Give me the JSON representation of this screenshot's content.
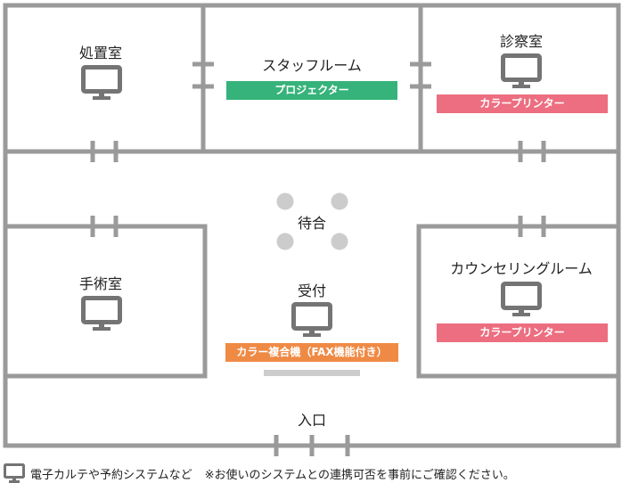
{
  "colors": {
    "wall": "#9a9a9a",
    "monitor": "#747474",
    "green": "#36b37a",
    "pink": "#ec6e80",
    "orange": "#ef8a45",
    "chair": "#cccccc"
  },
  "rooms": {
    "treatment": {
      "label": "処置室"
    },
    "staff": {
      "label": "スタッフルーム",
      "device": "プロジェクター"
    },
    "exam": {
      "label": "診察室",
      "device": "カラープリンター"
    },
    "waiting": {
      "label": "待合"
    },
    "surgery": {
      "label": "手術室"
    },
    "reception": {
      "label": "受付",
      "device": "カラー複合機（FAX機能付き）"
    },
    "counseling": {
      "label": "カウンセリングルーム",
      "device": "カラープリンター"
    },
    "entrance": {
      "label": "入口"
    }
  },
  "legend": {
    "icon": "monitor-icon",
    "label": "電子カルテや予約システムなど",
    "note": "※お使いのシステムとの連携可否を事前にご確認ください。"
  }
}
